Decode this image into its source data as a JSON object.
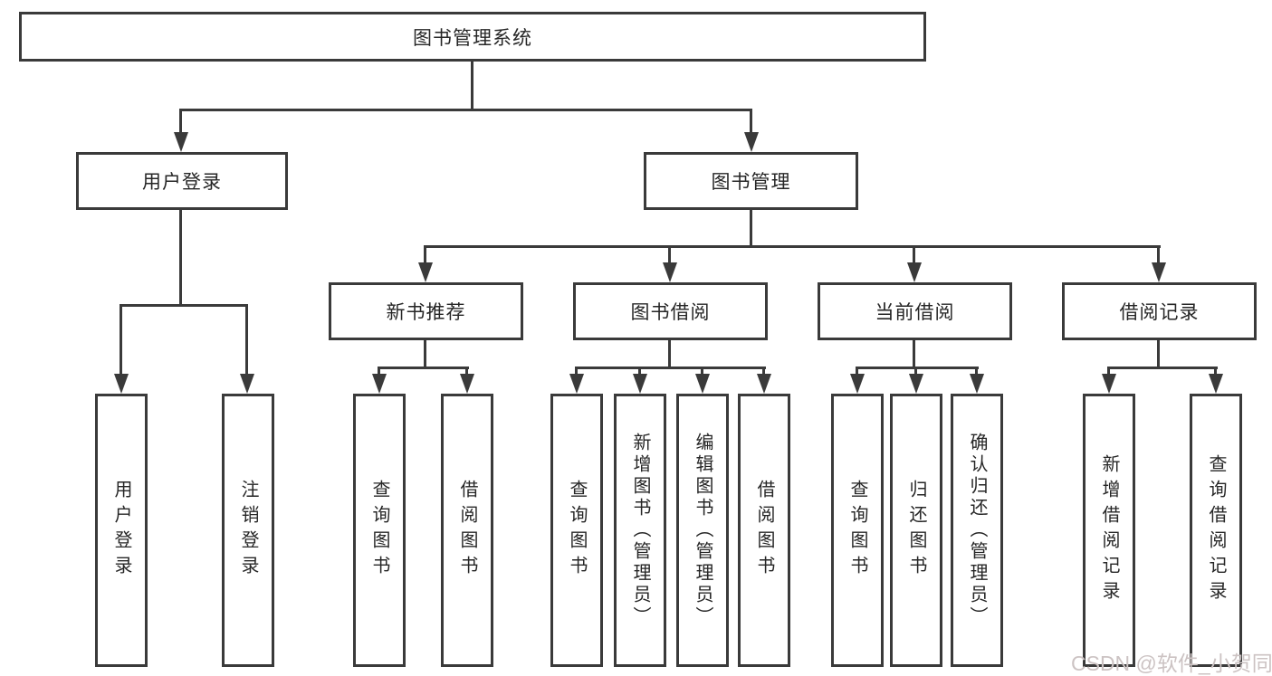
{
  "watermark": "CSDN @软件_小贺同学",
  "colors": {
    "line": "#3a3a3a",
    "text": "#262626",
    "watermark": "#ccc3c3",
    "background": "#ffffff"
  },
  "nodes": {
    "root": {
      "label": "图书管理系统"
    },
    "user_login": {
      "label": "用户登录"
    },
    "book_management": {
      "label": "图书管理"
    },
    "new_book_recommend": {
      "label": "新书推荐"
    },
    "book_borrow": {
      "label": "图书借阅"
    },
    "current_borrow": {
      "label": "当前借阅"
    },
    "borrow_records": {
      "label": "借阅记录"
    },
    "leaves": {
      "user_login": {
        "label": "用户登录"
      },
      "logout": {
        "label": "注销登录"
      },
      "recommend_query_books": {
        "label": "查询图书"
      },
      "recommend_borrow_books": {
        "label": "借阅图书"
      },
      "borrow_query_books": {
        "label": "查询图书"
      },
      "borrow_add_books": {
        "label": "新增图书（管理员）"
      },
      "borrow_edit_books": {
        "label": "编辑图书（管理员）"
      },
      "borrow_borrow_books": {
        "label": "借阅图书"
      },
      "current_query_books": {
        "label": "查询图书"
      },
      "current_return_books": {
        "label": "归还图书"
      },
      "current_confirm_return": {
        "label": "确认归还（管理员）"
      },
      "records_add": {
        "label": "新增借阅记录"
      },
      "records_query": {
        "label": "查询借阅记录"
      }
    }
  },
  "hierarchy": {
    "图书管理系统": [
      "用户登录",
      "图书管理"
    ],
    "用户登录": [
      "用户登录",
      "注销登录"
    ],
    "图书管理": [
      "新书推荐",
      "图书借阅",
      "当前借阅",
      "借阅记录"
    ],
    "新书推荐": [
      "查询图书",
      "借阅图书"
    ],
    "图书借阅": [
      "查询图书",
      "新增图书（管理员）",
      "编辑图书（管理员）",
      "借阅图书"
    ],
    "当前借阅": [
      "查询图书",
      "归还图书",
      "确认归还（管理员）"
    ],
    "借阅记录": [
      "新增借阅记录",
      "查询借阅记录"
    ]
  }
}
